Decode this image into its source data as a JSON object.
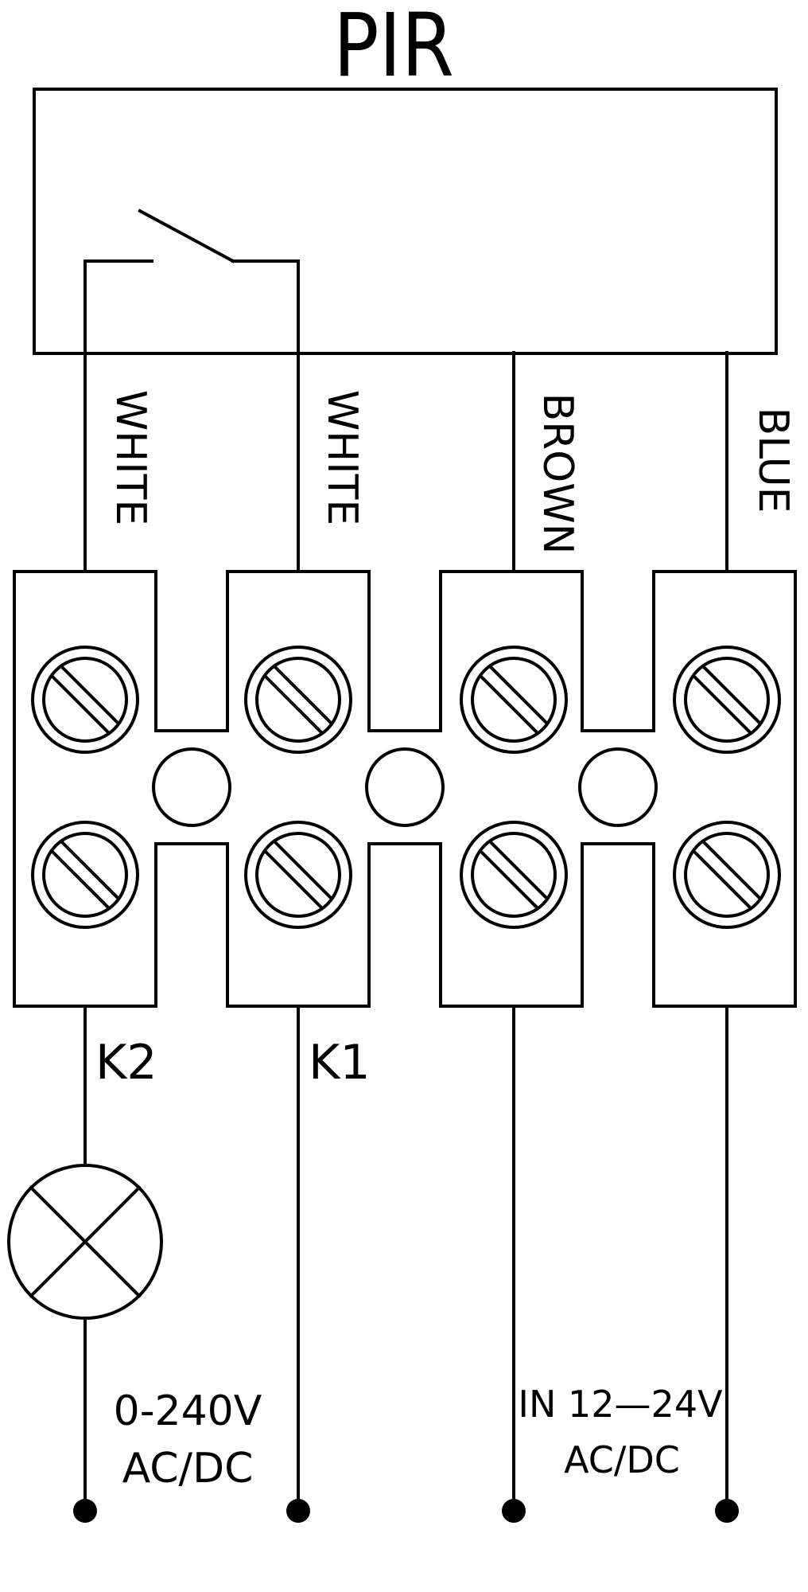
{
  "title": "PIR",
  "wire_labels": [
    "WHITE",
    "WHITE",
    "BROWN",
    "BLUE"
  ],
  "output_labels": [
    "K2",
    "K1"
  ],
  "voltage_left": {
    "line1": "0-240V",
    "line2": "AC/DC"
  },
  "voltage_right": {
    "line1": "IN 12—24V",
    "line2": "AC/DC"
  }
}
